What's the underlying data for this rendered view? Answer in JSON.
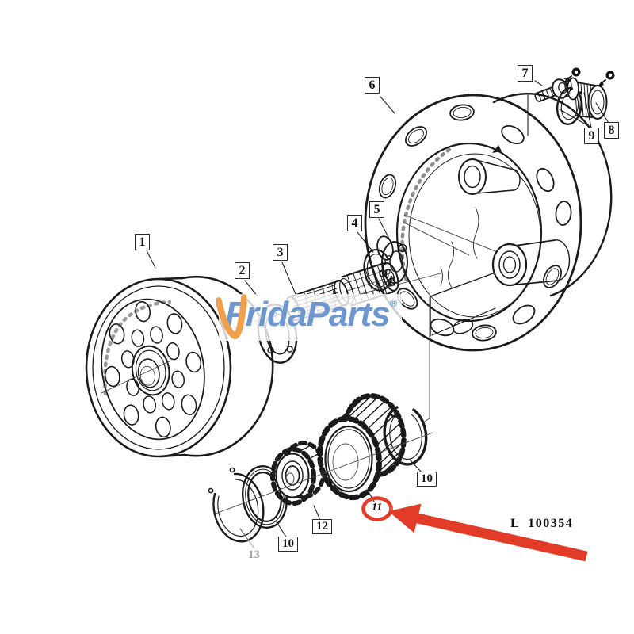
{
  "brand": {
    "word_start": "Frida",
    "word_end": "Parts",
    "registered_mark": "®",
    "swoosh_icon": "orange-check-swoosh",
    "blue": "#6e96cf",
    "orange": "#f0a04a"
  },
  "drawing": {
    "reference_number": "L  100354"
  },
  "annotation": {
    "highlighted_part": "11",
    "highlight_color": "#e23c28"
  },
  "labels": {
    "l1": {
      "text": "1"
    },
    "l2": {
      "text": "2"
    },
    "l3": {
      "text": "3"
    },
    "l4": {
      "text": "4"
    },
    "l5": {
      "text": "5"
    },
    "l6": {
      "text": "6"
    },
    "l7": {
      "text": "7"
    },
    "l8": {
      "text": "8"
    },
    "l9": {
      "text": "9"
    },
    "l10a": {
      "text": "10"
    },
    "l10b": {
      "text": "10"
    },
    "l11": {
      "text": "11"
    },
    "l12": {
      "text": "12"
    },
    "l13": {
      "text": "13"
    }
  }
}
